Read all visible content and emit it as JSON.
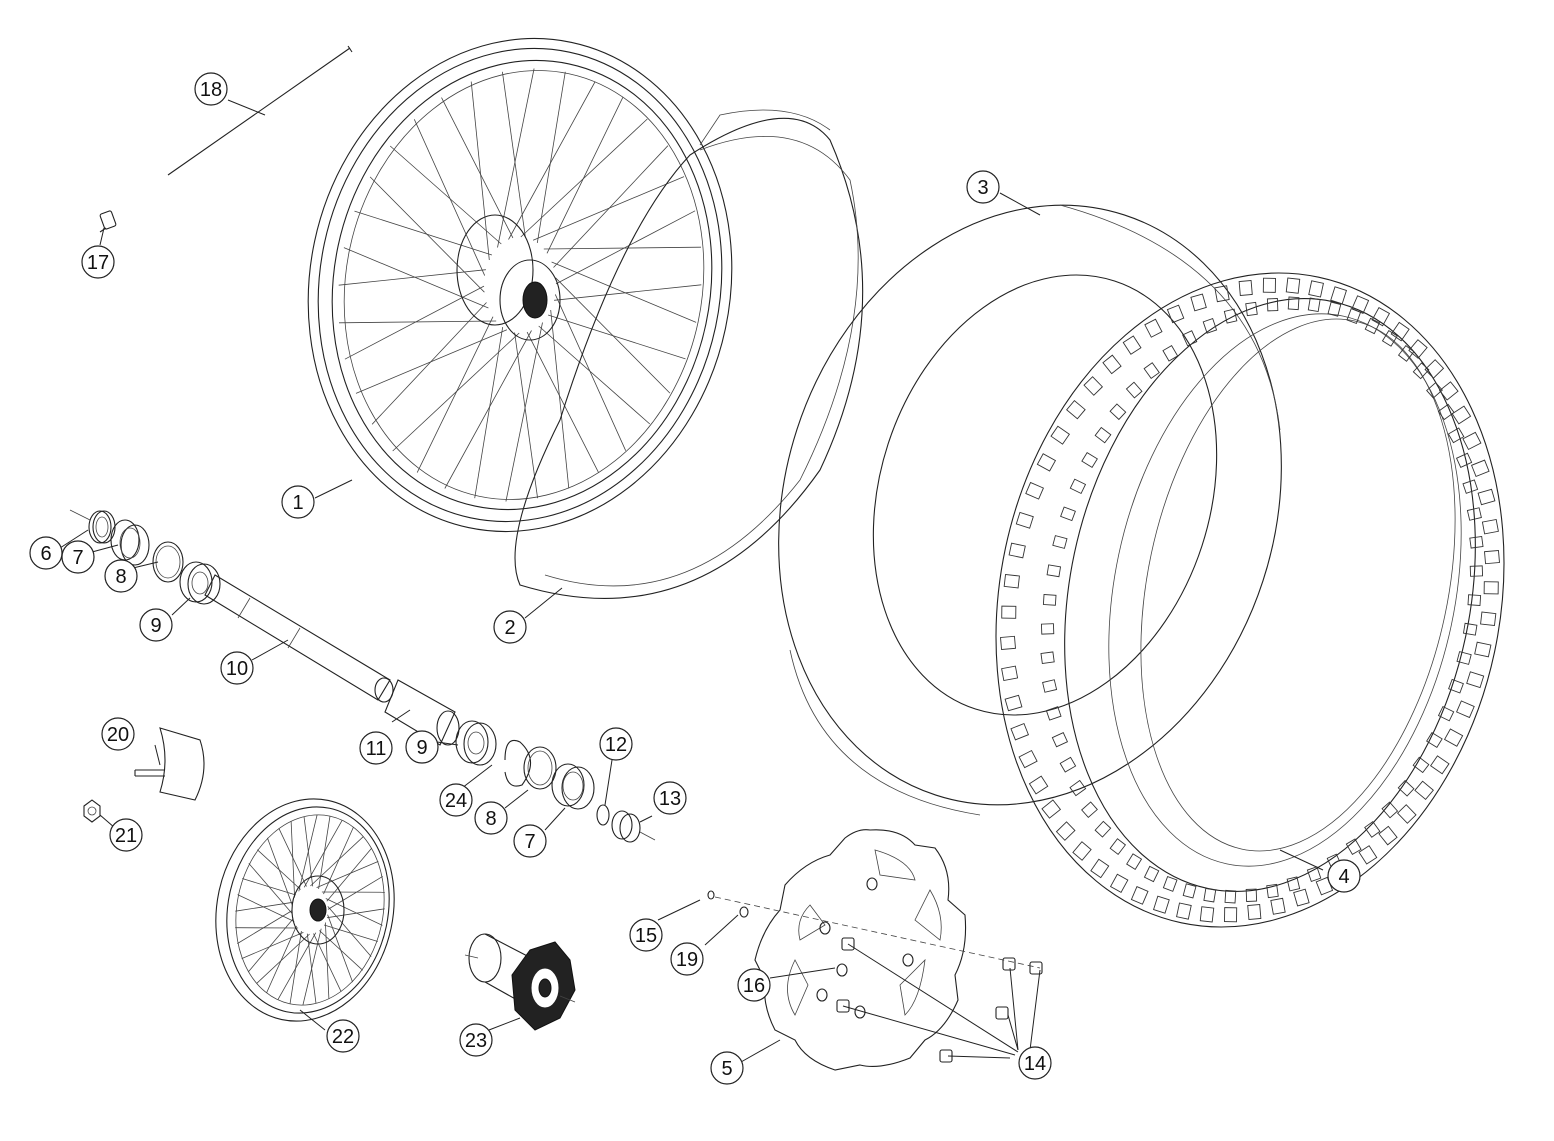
{
  "callouts": {
    "c1": "1",
    "c2": "2",
    "c3": "3",
    "c4": "4",
    "c5": "5",
    "c6": "6",
    "c7a": "7",
    "c7b": "7",
    "c8a": "8",
    "c8b": "8",
    "c9a": "9",
    "c9b": "9",
    "c10": "10",
    "c11": "11",
    "c12": "12",
    "c13": "13",
    "c14": "14",
    "c15": "15",
    "c16": "16",
    "c17": "17",
    "c18": "18",
    "c19": "19",
    "c20": "20",
    "c21": "21",
    "c22": "22",
    "c23": "23",
    "c24": "24"
  }
}
